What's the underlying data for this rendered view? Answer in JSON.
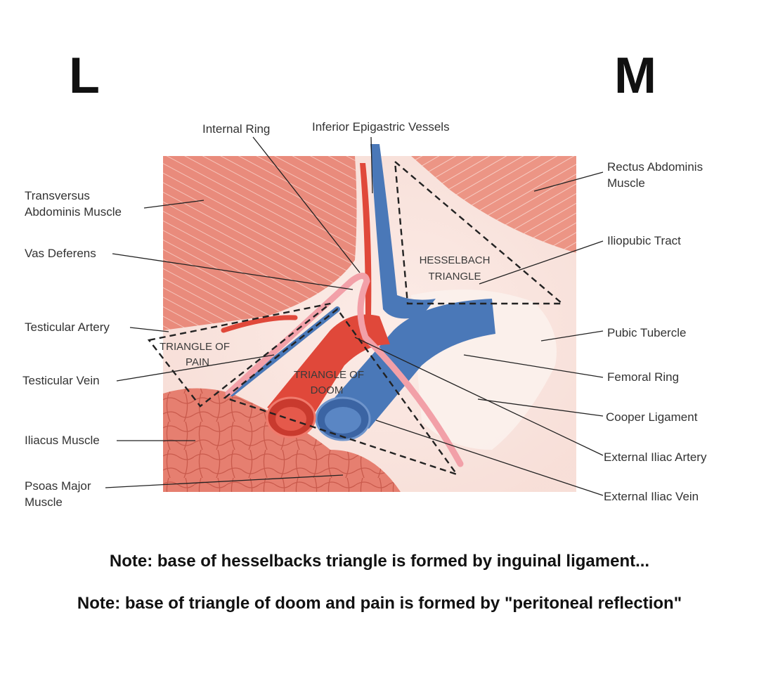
{
  "corners": {
    "left": "L",
    "right": "M"
  },
  "labels": {
    "internal_ring": "Internal Ring",
    "inferior_epigastric": "Inferior Epigastric Vessels",
    "rectus": "Rectus Abdominis\nMuscle",
    "transversus": "Transversus\nAbdominis Muscle",
    "iliopubic": "Iliopubic Tract",
    "vas_deferens": "Vas Deferens",
    "testicular_artery": "Testicular Artery",
    "pubic_tubercle": "Pubic Tubercle",
    "testicular_vein": "Testicular Vein",
    "femoral_ring": "Femoral Ring",
    "cooper": "Cooper Ligament",
    "iliacus": "Iliacus Muscle",
    "ext_iliac_artery": "External Iliac Artery",
    "psoas": "Psoas Major\nMuscle",
    "ext_iliac_vein": "External Iliac Vein"
  },
  "triangles": {
    "hesselbach_1": "HESSELBACH",
    "hesselbach_2": "TRIANGLE",
    "pain_1": "TRIANGLE OF",
    "pain_2": "PAIN",
    "doom_1": "TRIANGLE OF",
    "doom_2": "DOOM"
  },
  "notes": {
    "note1": "Note: base of hesselbacks triangle is formed by inguinal ligament...",
    "note2": "Note: base of triangle of doom and pain is formed by \"peritoneal reflection\""
  },
  "colors": {
    "muscle": "#e8877a",
    "artery": "#e0483a",
    "vein": "#3f6fb0",
    "vas": "#f2a0a8",
    "dash": "#222222"
  }
}
